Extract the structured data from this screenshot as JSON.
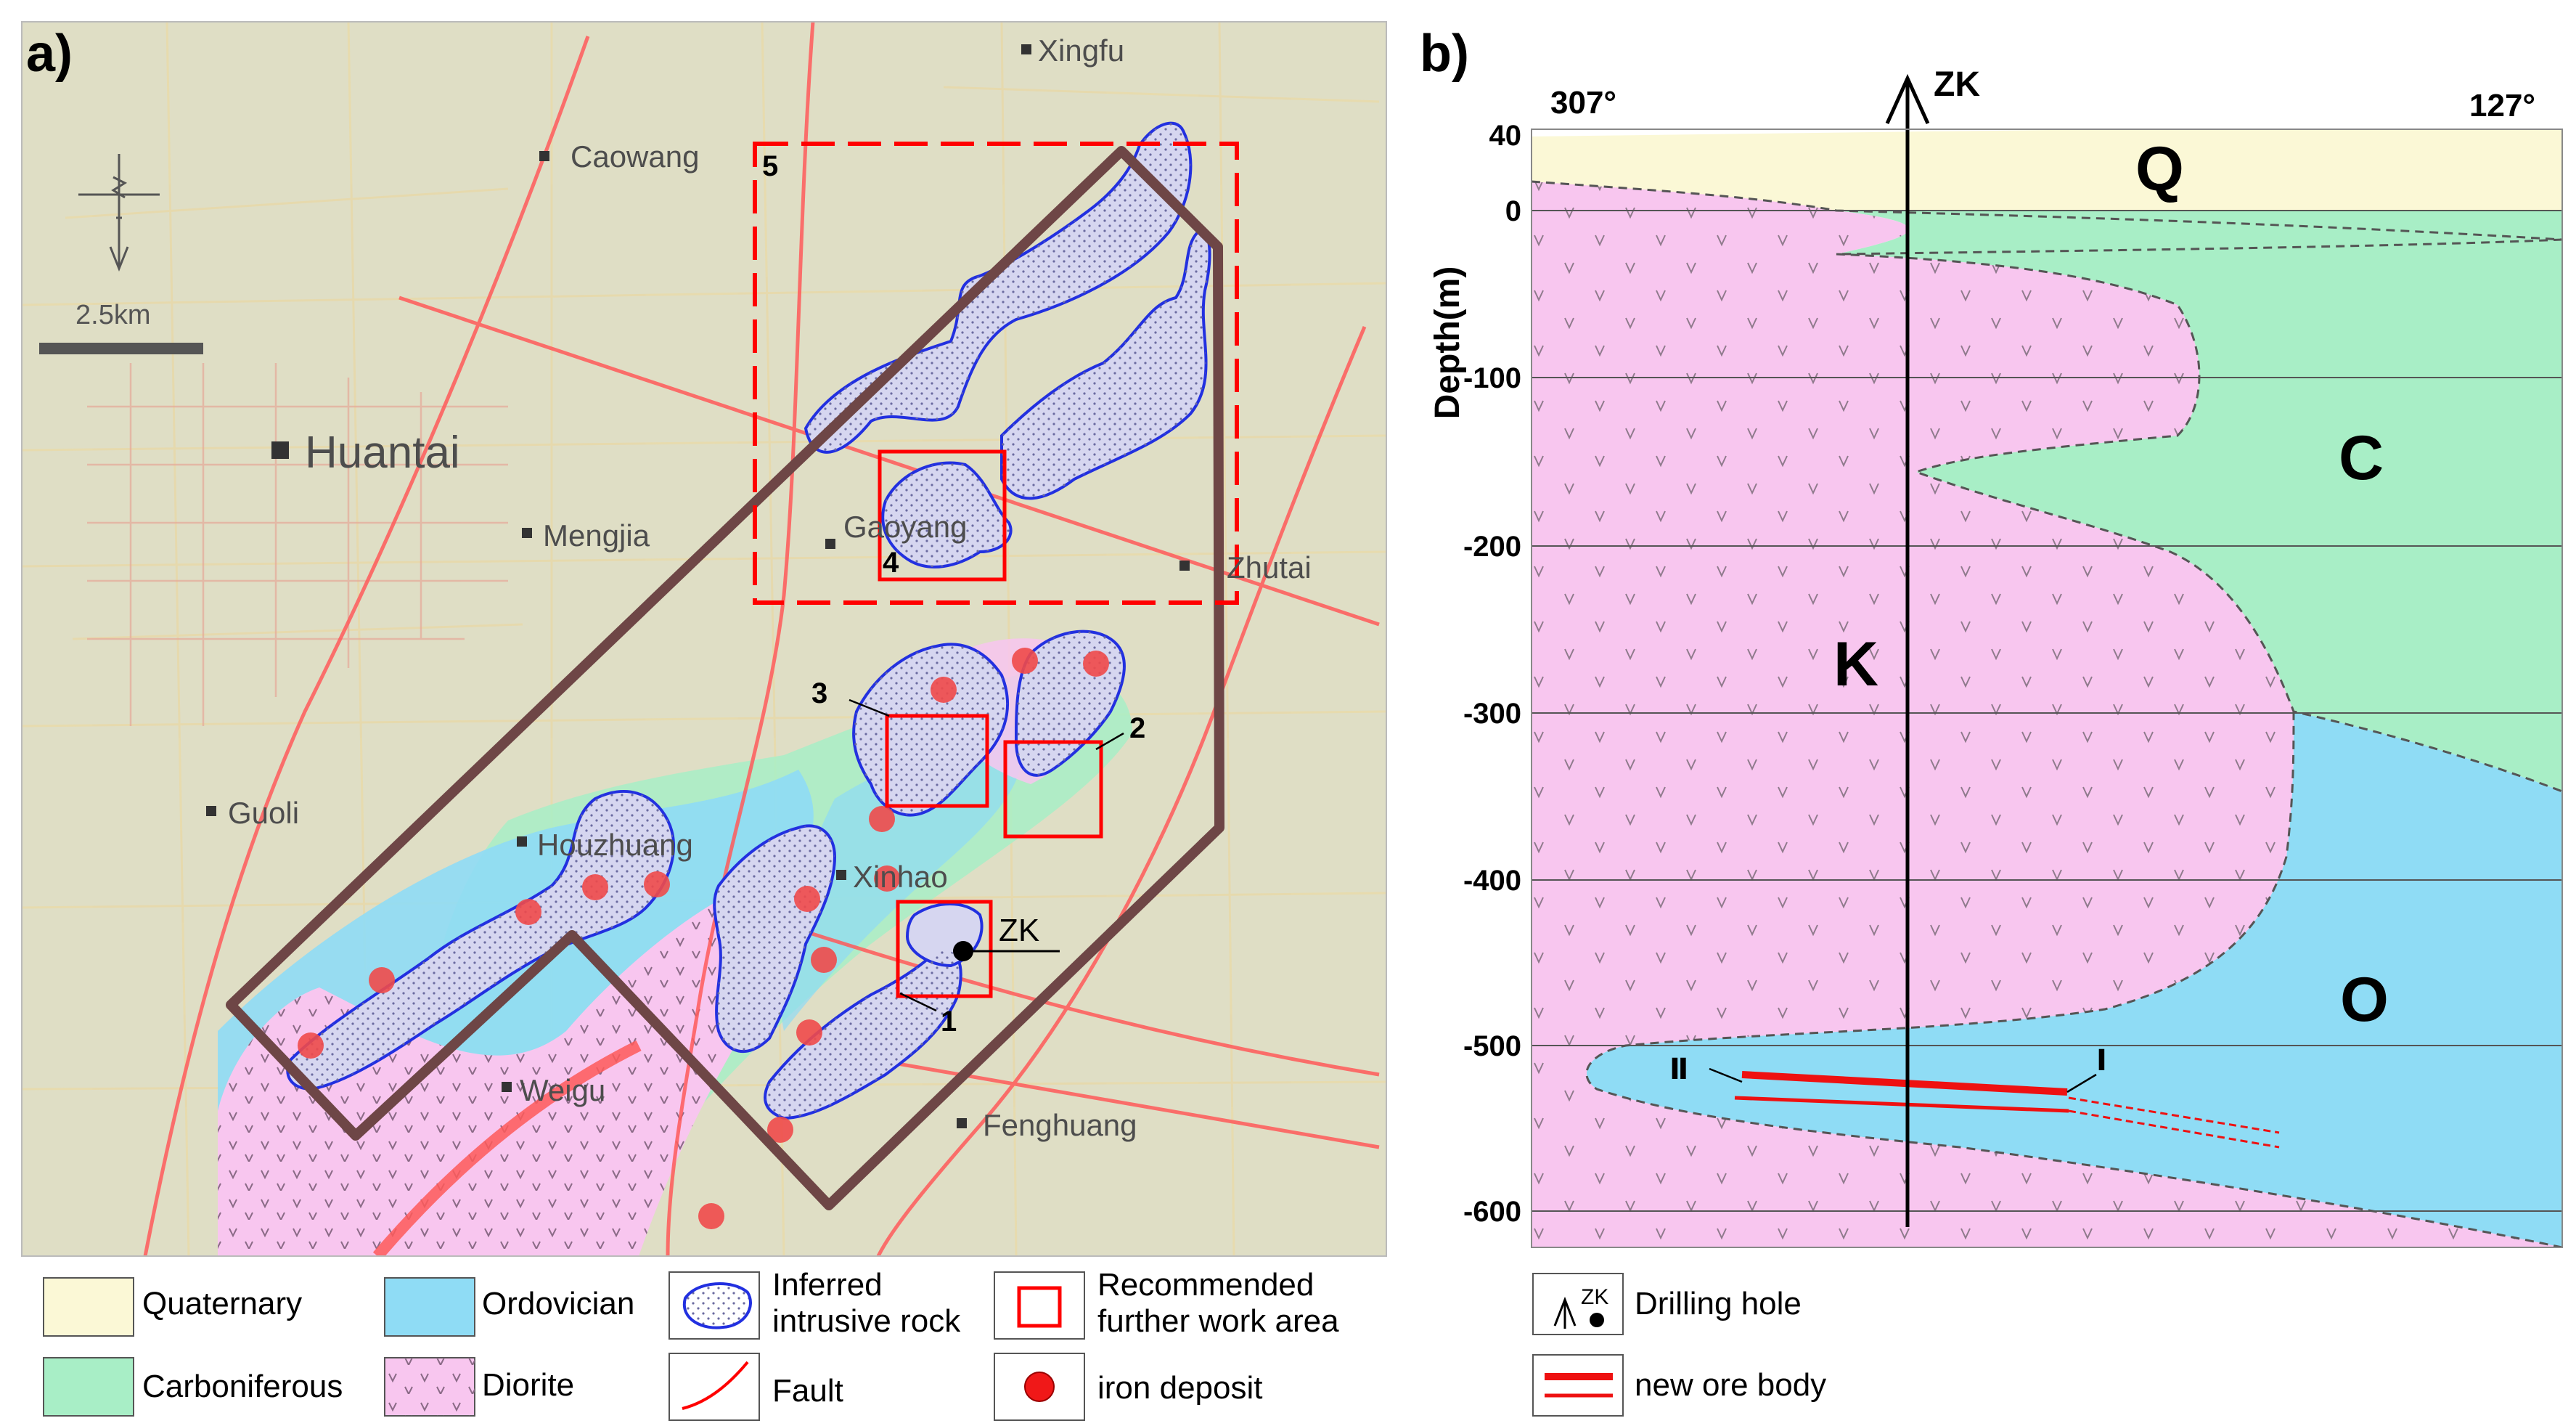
{
  "panel_a": {
    "label": "a)",
    "scale_text": "2.5km",
    "places": {
      "xingfu": "Xingfu",
      "caowang": "Caowang",
      "huantai": "Huantai",
      "mengjia": "Mengjia",
      "gaoyang": "Gaoyang",
      "zhutai": "Zhutai",
      "guoli": "Guoli",
      "houzhuang": "Houzhuang",
      "xinhao": "Xinhao",
      "weigu": "Weigu",
      "fenghuang": "Fenghuang"
    },
    "area_numbers": {
      "a1": "1",
      "a2": "2",
      "a3": "3",
      "a4": "4",
      "a5": "5"
    },
    "zk_label": "ZK"
  },
  "panel_b": {
    "label": "b)",
    "azimuth_left": "307°",
    "azimuth_right": "127°",
    "zk_label": "ZK",
    "y_axis_title": "Depth(m)",
    "y_ticks": [
      "40",
      "0",
      "-100",
      "-200",
      "-300",
      "-400",
      "-500",
      "-600"
    ],
    "units": {
      "q": "Q",
      "c": "C",
      "k": "K",
      "o": "O"
    },
    "ore_labels": {
      "left": "Ⅱ",
      "right": "Ⅰ"
    }
  },
  "legend": {
    "quaternary": "Quaternary",
    "ordovician": "Ordovician",
    "inferred_1": "Inferred",
    "inferred_2": "intrusive rock",
    "recommended_1": "Recommended",
    "recommended_2": "further work area",
    "carboniferous": "Carboniferous",
    "diorite": "Diorite",
    "fault": "Fault",
    "iron_deposit": "iron deposit",
    "drilling_hole": "Drilling hole",
    "drilling_zk": "ZK",
    "new_ore_body": "new ore body"
  },
  "colors": {
    "quaternary": "#fbf8d6",
    "carboniferous": "#a8eec6",
    "ordovician": "#8fdcf5",
    "diorite": "#f8c6ef",
    "fault": "#ff5a5a",
    "boundary": "#6e4646",
    "recommended": "#ff0000",
    "iron": "#f04a4a",
    "intrusive_outline": "#2230e0"
  }
}
